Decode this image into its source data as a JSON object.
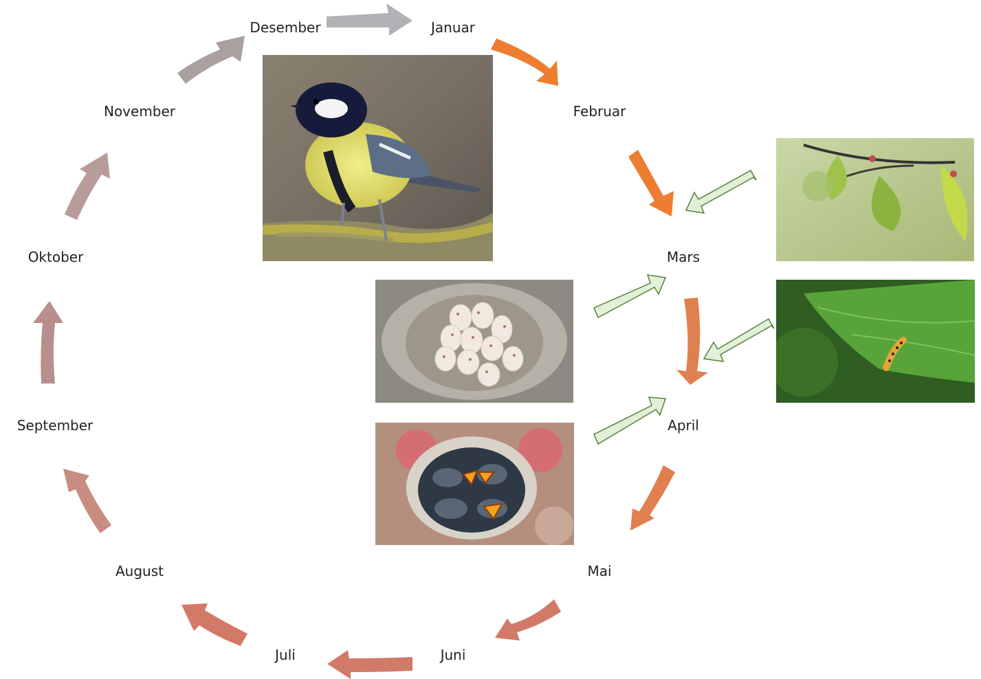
{
  "months": {
    "januar": "Januar",
    "februar": "Februar",
    "mars": "Mars",
    "april": "April",
    "mai": "Mai",
    "juni": "Juni",
    "juli": "Juli",
    "august": "August",
    "september": "September",
    "oktober": "Oktober",
    "november": "November",
    "desember": "Desember"
  },
  "colors": {
    "winter_arrow": "#b0b2b6",
    "late_winter_arrow": "#ed7d31",
    "spring_arrow": "#e0804f",
    "summer_arrow": "#d27a68",
    "autumn_arrow": "#b88f8b",
    "late_autumn_arrow": "#aaa0a0",
    "input_arrow_fill": "#e2efd9",
    "input_arrow_stroke": "#548235"
  },
  "images": {
    "bird": "great-tit-on-branch",
    "eggs": "nest-with-eggs",
    "chicks": "nest-with-chicks",
    "leaves": "birch-leaves",
    "caterpillar": "caterpillar-on-leaf"
  }
}
